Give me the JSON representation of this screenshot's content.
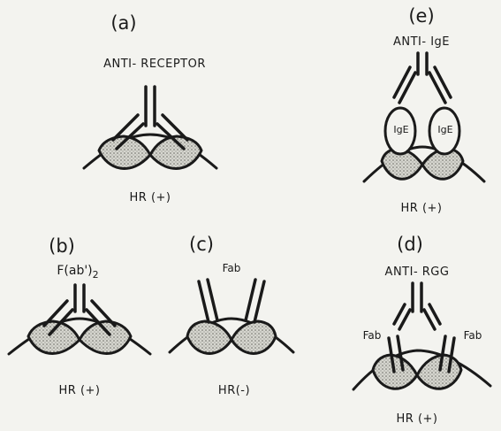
{
  "panels": {
    "a": {
      "letter": "(a)",
      "title": "ANTI- RECEPTOR",
      "result": "HR (+)"
    },
    "e": {
      "letter": "(e)",
      "title": "ANTI- IgE",
      "result": "HR (+)",
      "ige_label": "IgE"
    },
    "b": {
      "letter": "(b)",
      "title_main": "F(ab')",
      "title_sub": "2",
      "result": "HR (+)"
    },
    "c": {
      "letter": "(c)",
      "title": "Fab",
      "result": "HR(-)"
    },
    "d": {
      "letter": "(d)",
      "title": "ANTI- RGG",
      "fab_left": "Fab",
      "fab_right": "Fab",
      "result": "HR (+)"
    }
  },
  "colors": {
    "ink": "#1a1a1a",
    "paper": "#f3f3ef",
    "shade": "#bdbdb6"
  }
}
